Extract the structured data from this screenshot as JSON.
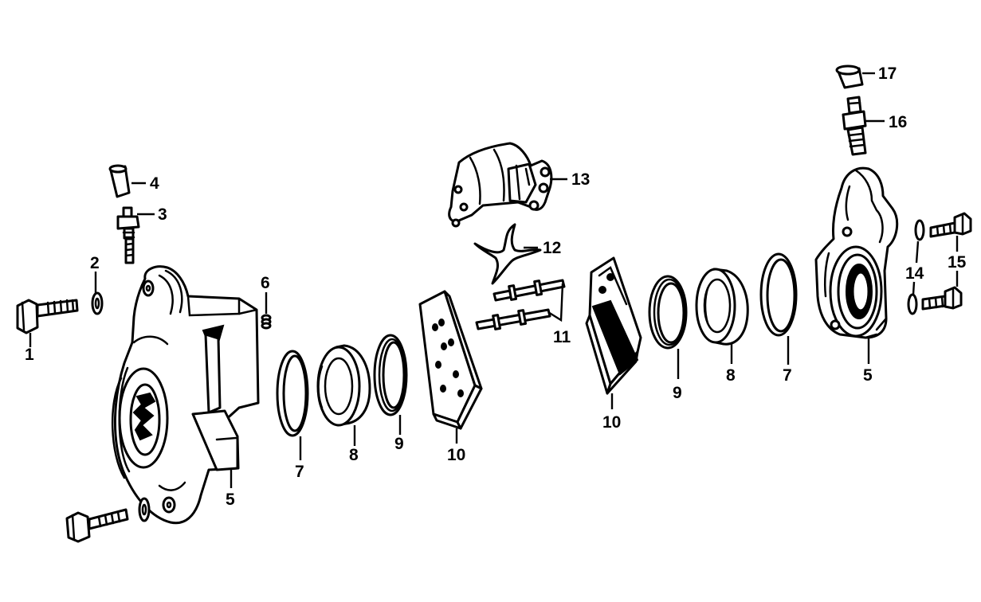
{
  "callouts": {
    "c1": "1",
    "c2": "2",
    "c3": "3",
    "c4": "4",
    "c5a": "5",
    "c5b": "5",
    "c6": "6",
    "c7a": "7",
    "c7b": "7",
    "c8a": "8",
    "c8b": "8",
    "c9a": "9",
    "c9b": "9",
    "c10a": "10",
    "c10b": "10",
    "c11": "11",
    "c12": "12",
    "c13": "13",
    "c14": "14",
    "c15": "15",
    "c16": "16",
    "c17": "17"
  }
}
